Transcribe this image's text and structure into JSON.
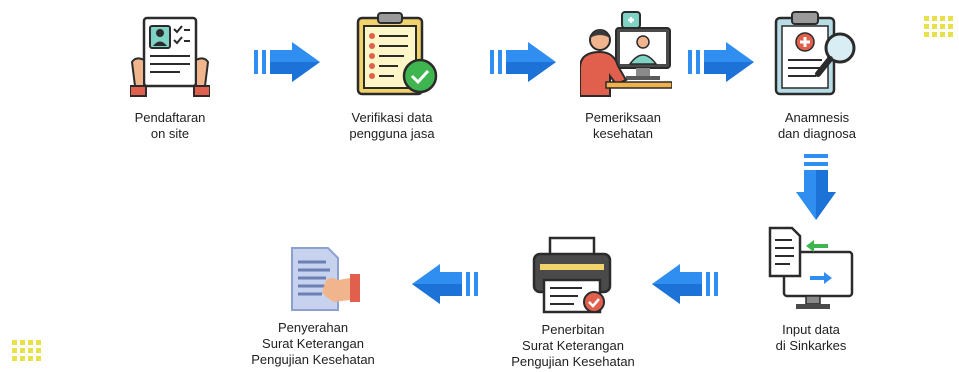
{
  "colors": {
    "arrow": "#2f8ef0",
    "arrow_dark": "#1c72d6",
    "dots": "#e8e14a"
  },
  "steps": [
    {
      "icon": "registration-form-icon",
      "lines": [
        "Pendaftaran",
        "on site"
      ]
    },
    {
      "icon": "clipboard-checklist-icon",
      "lines": [
        "Verifikasi data",
        "pengguna jasa"
      ]
    },
    {
      "icon": "doctor-consultation-icon",
      "lines": [
        "Pemeriksaan",
        "kesehatan"
      ]
    },
    {
      "icon": "medical-clipboard-magnifier-icon",
      "lines": [
        "Anamnesis",
        "dan diagnosa"
      ]
    },
    {
      "icon": "computer-data-transfer-icon",
      "lines": [
        "Input data",
        "di Sinkarkes"
      ]
    },
    {
      "icon": "printer-icon",
      "lines": [
        "Penerbitan",
        "Surat Keterangan",
        "Pengujian Kesehatan"
      ]
    },
    {
      "icon": "document-handover-icon",
      "lines": [
        "Penyerahan",
        "Surat Keterangan",
        "Pengujian Kesehatan"
      ]
    }
  ]
}
